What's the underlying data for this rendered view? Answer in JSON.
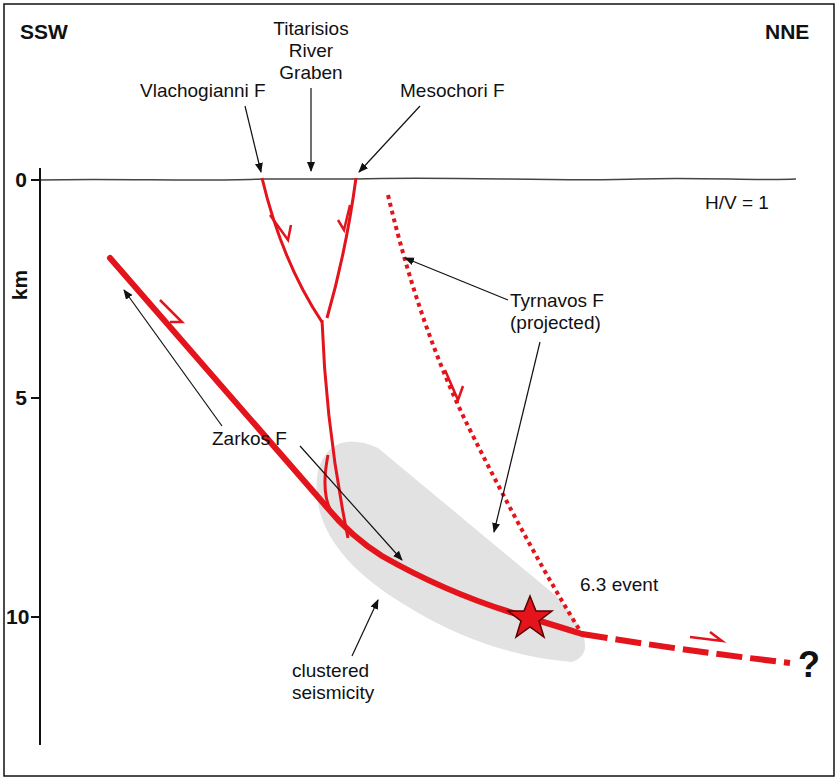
{
  "diagram": {
    "labels": [
      "SSW",
      "NNE",
      "Titarisios River Graben",
      "Vlachogianni F",
      "Mesochori F",
      "0",
      "km",
      "5",
      "10",
      "H/V = 1",
      "Tyrnavos F (projected)",
      "Zarkos F",
      "6.3 event",
      "clustered seismicity",
      "?"
    ]
  }
}
